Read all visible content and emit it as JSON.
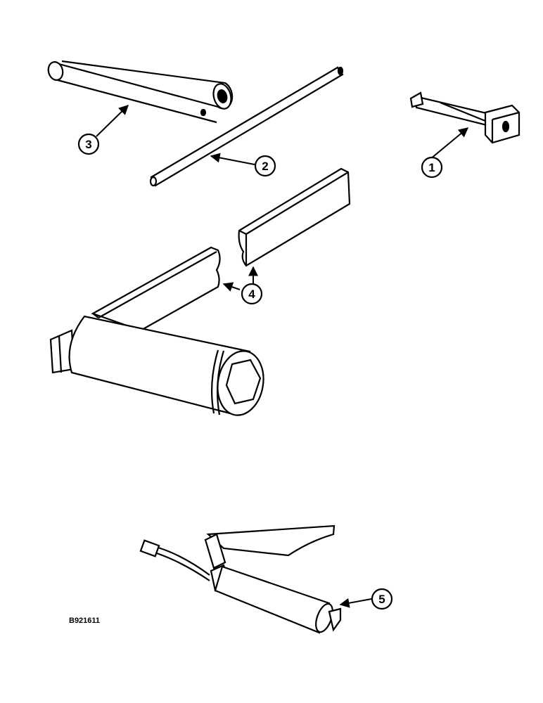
{
  "figure_id": "B921611",
  "callouts": {
    "c1": "1",
    "c2": "2",
    "c3": "3",
    "c4": "4",
    "c5": "5"
  },
  "colors": {
    "ink": "#000000",
    "paper": "#ffffff"
  }
}
